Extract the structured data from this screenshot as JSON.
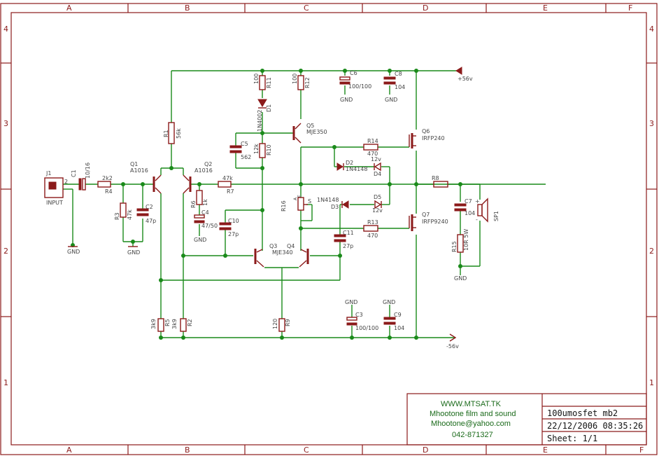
{
  "grid": {
    "cols": [
      "A",
      "B",
      "C",
      "D",
      "E",
      "F"
    ],
    "rows": [
      "4",
      "3",
      "2",
      "1"
    ]
  },
  "labels": {
    "J1": "J1",
    "J1_pin": "2",
    "INPUT": "INPUT",
    "C1": "C1",
    "C1_val": "10/16",
    "R4": "R4",
    "R4_val": "2k2",
    "R3": "R3",
    "R3_val": "47k",
    "C2": "C2",
    "C2_val": "47p",
    "Q1": "Q1",
    "Q1_val": "A1016",
    "Q2": "Q2",
    "Q2_val": "A1016",
    "R1": "R1",
    "R1_val": "56k",
    "R6": "R6",
    "R6_val": "1k",
    "C4": "C4",
    "C4_val": "47/50",
    "R7": "R7",
    "R7_val": "47k",
    "C10": "C10",
    "C10_val": "27p",
    "R11": "R11",
    "R11_val": "100",
    "R12": "R12",
    "R12_val": "100",
    "D1": "D1",
    "D1_val": "1N4002",
    "C5": "C5",
    "C5_val": "562",
    "R10": "R10",
    "R10_val": "12k",
    "Q5": "Q5",
    "Q5_val": "MJE350",
    "C6": "C6",
    "C6_val": "100/100",
    "C8": "C8",
    "C8_val": "104",
    "R14": "R14",
    "R14_val": "470",
    "D2": "D2",
    "D2_val": "1N4148",
    "D4": "D4",
    "D4_val": "12v",
    "Q6": "Q6",
    "Q6_val": "IRFP240",
    "R16": "R16",
    "S": "S",
    "A": "A",
    "E": "E",
    "D3": "D3",
    "D3_val": "1N4148",
    "D5": "D5",
    "D5_val": "12v",
    "C11": "C11",
    "C11_val": "27p",
    "R13": "R13",
    "R13_val": "470",
    "Q7": "Q7",
    "Q7_val": "IRFP9240",
    "Q3": "Q3",
    "Q4": "Q4",
    "Q34_val": "MJE340",
    "R8": "R8",
    "C7": "C7",
    "C7_val": "104",
    "R15": "R15",
    "R15_val": "10R 5W",
    "SP1": "SP1",
    "R5": "R5",
    "R5_val": "3k9",
    "R2": "R2",
    "R2_val": "3k9",
    "R9": "R9",
    "R9_val": "120",
    "C3": "C3",
    "C3_val": "100/100",
    "C9": "C9",
    "C9_val": "104",
    "GND": "GND",
    "plus56": "+56v",
    "minus56": "-56v",
    "plus": "+",
    "minus": "-"
  },
  "title_block": {
    "website": "WWW.MTSAT.TK",
    "company": "Mhootone film and sound",
    "email": "Mhootone@yahoo.com",
    "phone": "042-871327",
    "design_name": "100umosfet mb2",
    "date": "22/12/2006 08:35:26",
    "sheet": "Sheet: 1/1"
  }
}
